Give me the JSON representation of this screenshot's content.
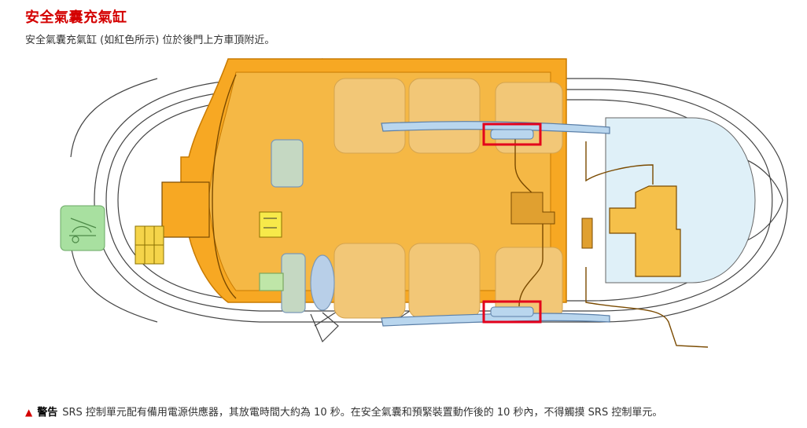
{
  "heading": "安全氣囊充氣缸",
  "description": "安全氣囊充氣缸 (如紅色所示) 位於後門上方車頂附近。",
  "warning": {
    "icon": "warning-triangle-icon",
    "label": "警告",
    "text": "SRS 控制單元配有備用電源供應器，其放電時間大約為 10 秒。在安全氣囊和預緊裝置動作後的 10 秒內，不得觸摸 SRS 控制單元。"
  },
  "colors": {
    "title": "#d40000",
    "highlight": "#e3001b",
    "harness": "#f5a623",
    "inflator": "#b9d6ee",
    "hood_icon": "#a8e0a0"
  }
}
